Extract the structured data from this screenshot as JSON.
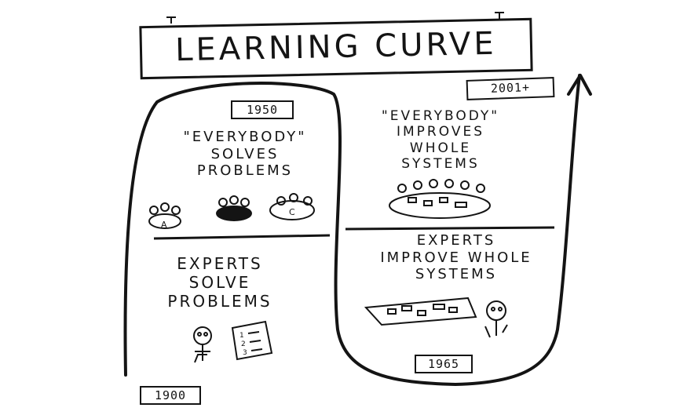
{
  "title": "LEARNING CURVE",
  "years": {
    "y1900": "1900",
    "y1950": "1950",
    "y1965": "1965",
    "y2001": "2001+"
  },
  "quadrants": {
    "top_left": [
      "\"EVERYBODY\"",
      "SOLVES",
      "PROBLEMS"
    ],
    "bottom_left": [
      "EXPERTS",
      "SOLVE",
      "PROBLEMS"
    ],
    "top_right": [
      "\"EVERYBODY\"",
      "IMPROVES",
      "WHOLE",
      "SYSTEMS"
    ],
    "bottom_right": [
      "EXPERTS",
      "IMPROVE WHOLE",
      "SYSTEMS"
    ]
  },
  "icons": {
    "team_a_label": "A",
    "team_c_label": "C",
    "paper_lines": [
      "1",
      "2",
      "3"
    ]
  },
  "colors": {
    "ink": "#141414",
    "paper": "#ffffff"
  }
}
